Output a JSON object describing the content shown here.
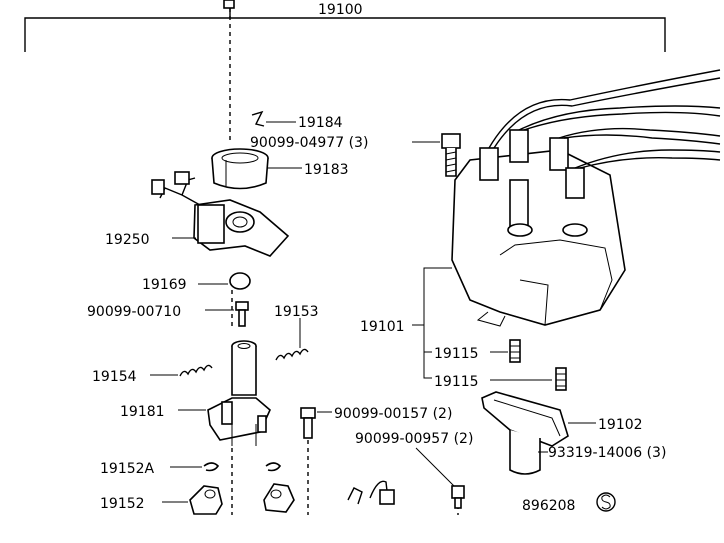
{
  "labels": {
    "assembly": "19100",
    "l19184": "19184",
    "l90099_04977": "90099-04977 (3)",
    "l19183": "19183",
    "l19250": "19250",
    "l19169": "19169",
    "l90099_00710": "90099-00710",
    "l19153": "19153",
    "l19101": "19101",
    "l19115a": "19115",
    "l19115b": "19115",
    "l19154": "19154",
    "l19181": "19181",
    "l90099_00157": "90099-00157 (2)",
    "l19102": "19102",
    "l90099_00957": "90099-00957 (2)",
    "l93319_14006": "93319-14006 (3)",
    "l19152A": "19152A",
    "l19152": "19152",
    "l896208": "896208"
  }
}
